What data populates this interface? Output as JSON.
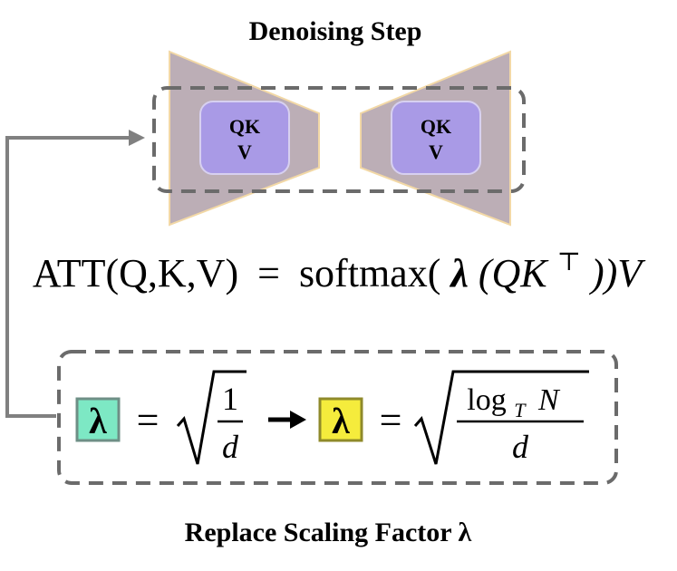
{
  "title": "Denoising Step",
  "block_label_line1": "QK",
  "block_label_line2": "V",
  "equation": {
    "lhs": "ATT(Q,K,V)",
    "eq": "=",
    "func": "softmax(",
    "lambda": "λ",
    "inner": "(QK",
    "sup": "⊤",
    "close": "))V"
  },
  "formula": {
    "lambda_symbol": "λ",
    "eq": "=",
    "old_numerator": "1",
    "old_denominator": "d",
    "arrow": "➞",
    "new_numerator_log": "log",
    "new_numerator_sub": "T",
    "new_numerator_n": "N",
    "new_denominator": "d"
  },
  "caption": "Replace Scaling Factor λ",
  "colors": {
    "trapezoid_fill": "#bcaeb6",
    "trapezoid_stroke": "#f2d8a6",
    "qkv_fill": "#a99ae6",
    "qkv_stroke": "#d7d0f0",
    "dash": "#6b6b6b",
    "teal_box": "#7de8c4",
    "yellow_box": "#f5ec3c",
    "arrow": "#808080"
  }
}
